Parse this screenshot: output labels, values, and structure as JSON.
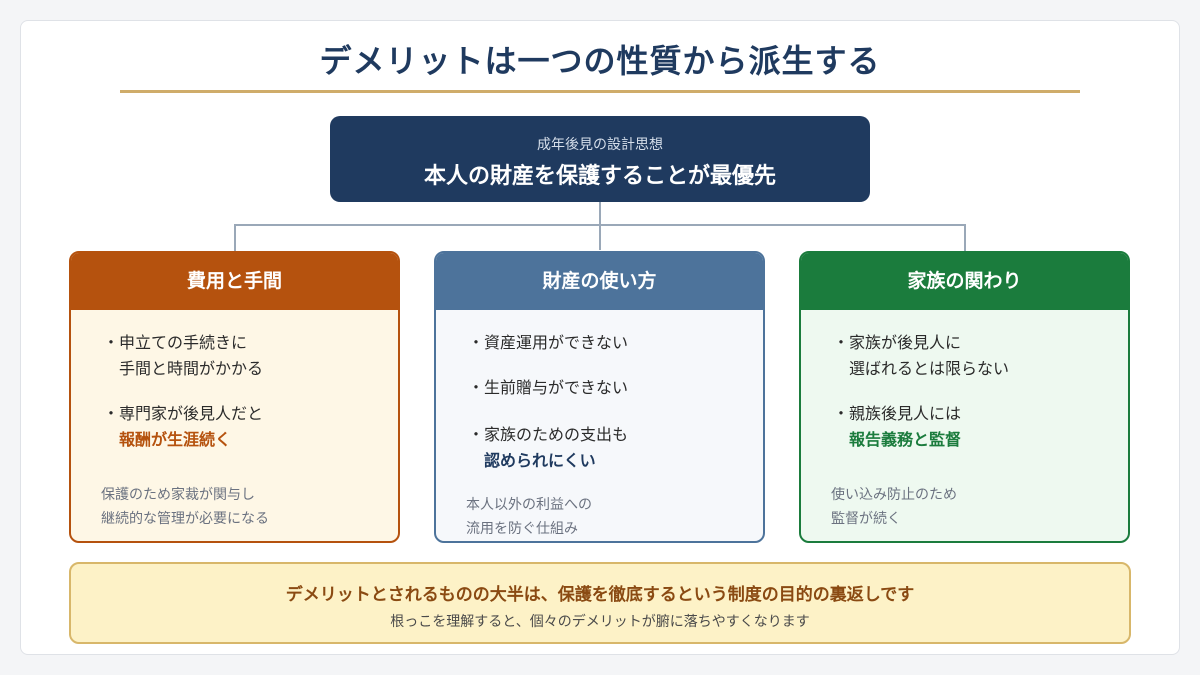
{
  "title": "デメリットは一つの性質から派生する",
  "root": {
    "subtitle": "成年後見の設計思想",
    "main": "本人の財産を保護することが最優先"
  },
  "cards": [
    {
      "heading": "費用と手間",
      "bullets": [
        {
          "line1": "申立ての手続きに",
          "line2": "手間と時間がかかる",
          "highlight": false
        },
        {
          "line1": "専門家が後見人だと",
          "line2": "報酬が生涯続く",
          "highlight": true
        }
      ],
      "note": {
        "line1": "保護のため家裁が関与し",
        "line2": "継続的な管理が必要になる"
      }
    },
    {
      "heading": "財産の使い方",
      "bullets": [
        {
          "line1": "資産運用ができない",
          "line2": "",
          "highlight": false
        },
        {
          "line1": "生前贈与ができない",
          "line2": "",
          "highlight": false
        },
        {
          "line1": "家族のための支出も",
          "line2": "認められにくい",
          "highlight": true
        }
      ],
      "note": {
        "line1": "本人以外の利益への",
        "line2": "流用を防ぐ仕組み"
      }
    },
    {
      "heading": "家族の関わり",
      "bullets": [
        {
          "line1": "家族が後見人に",
          "line2": "選ばれるとは限らない",
          "highlight": false
        },
        {
          "line1": "親族後見人には",
          "line2": "報告義務と監督",
          "highlight": true
        }
      ],
      "note": {
        "line1": "使い込み防止のため",
        "line2": "監督が続く"
      }
    }
  ],
  "summary": {
    "main": "デメリットとされるものの大半は、保護を徹底するという制度の目的の裏返しです",
    "sub": "根っこを理解すると、個々のデメリットが腑に落ちやすくなります"
  },
  "bullet_marker": "・",
  "colors": {
    "navy": "#1f3a5f",
    "gold_rule": "#cfac6a",
    "card1": "#b5520e",
    "card2": "#4d739b",
    "card3": "#1b7c3d",
    "summary_bg": "#fdf2c7"
  }
}
